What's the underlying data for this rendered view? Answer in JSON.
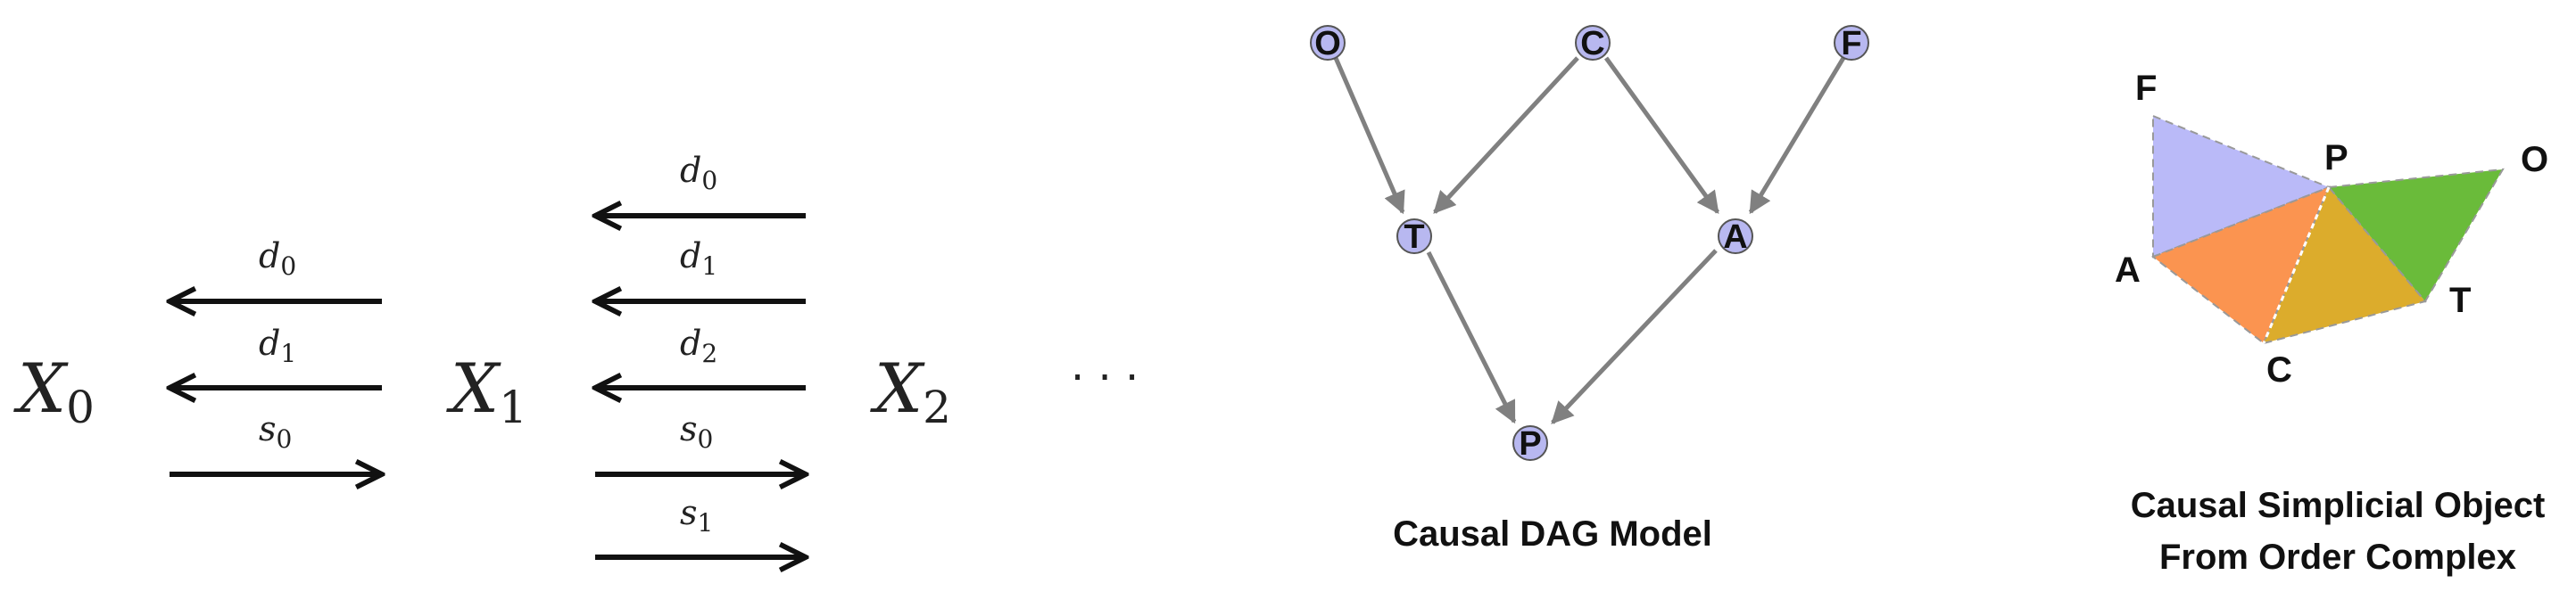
{
  "simplicial_diagram": {
    "objects": [
      {
        "base": "X",
        "sub": "0"
      },
      {
        "base": "X",
        "sub": "1"
      },
      {
        "base": "X",
        "sub": "2"
      }
    ],
    "ellipsis": "· · ·",
    "arrows_0_1": [
      {
        "dir": "left",
        "base": "d",
        "sub": "0"
      },
      {
        "dir": "left",
        "base": "d",
        "sub": "1"
      },
      {
        "dir": "right",
        "base": "s",
        "sub": "0"
      }
    ],
    "arrows_1_2": [
      {
        "dir": "left",
        "base": "d",
        "sub": "0"
      },
      {
        "dir": "left",
        "base": "d",
        "sub": "1"
      },
      {
        "dir": "left",
        "base": "d",
        "sub": "2"
      },
      {
        "dir": "right",
        "base": "s",
        "sub": "0"
      },
      {
        "dir": "right",
        "base": "s",
        "sub": "1"
      }
    ]
  },
  "dag": {
    "caption": "Causal DAG Model",
    "node_fill": "#b8b8f0",
    "edge_color": "#808080",
    "nodes": [
      {
        "id": "O",
        "label": "O"
      },
      {
        "id": "C",
        "label": "C"
      },
      {
        "id": "F",
        "label": "F"
      },
      {
        "id": "T",
        "label": "T"
      },
      {
        "id": "A",
        "label": "A"
      },
      {
        "id": "P",
        "label": "P"
      }
    ],
    "edges": [
      {
        "from": "O",
        "to": "T"
      },
      {
        "from": "C",
        "to": "T"
      },
      {
        "from": "C",
        "to": "A"
      },
      {
        "from": "F",
        "to": "A"
      },
      {
        "from": "T",
        "to": "P"
      },
      {
        "from": "A",
        "to": "P"
      }
    ]
  },
  "simplicial_object": {
    "caption_line1": "Causal Simplicial Object",
    "caption_line2": "From Order Complex",
    "vertices": [
      "F",
      "P",
      "O",
      "A",
      "T",
      "C"
    ],
    "faces": [
      {
        "vertices": [
          "F",
          "P",
          "A"
        ],
        "color": "#babaf8"
      },
      {
        "vertices": [
          "A",
          "P",
          "C"
        ],
        "color": "#fb9450"
      },
      {
        "vertices": [
          "P",
          "T",
          "C"
        ],
        "color": "#dcac2c"
      },
      {
        "vertices": [
          "P",
          "O",
          "T"
        ],
        "color": "#6abb3a"
      }
    ]
  }
}
